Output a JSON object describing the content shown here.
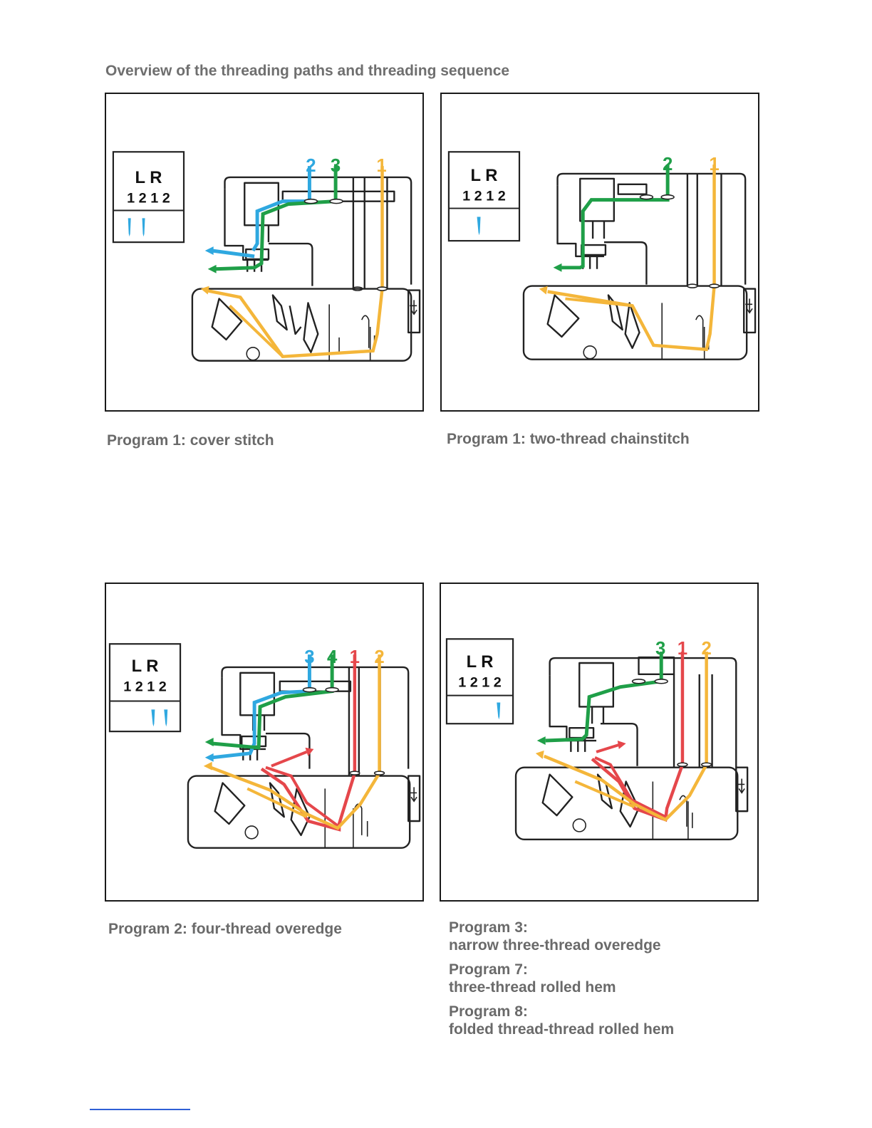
{
  "page": {
    "title": "Overview of the threading paths and threading sequence"
  },
  "colors": {
    "blue": "#2fa8e0",
    "green": "#1f9f48",
    "red": "#e5474b",
    "yellow": "#f4b63a",
    "frame": "#1a1a1a",
    "caption": "#6a6a6a",
    "rule": "#2f5fd6"
  },
  "panels": [
    {
      "needle_box": {
        "header": "L  R",
        "numbers": "1 2 1 2",
        "needles": [
          "blue",
          "blue"
        ]
      },
      "thread_labels": [
        {
          "text": "2",
          "color": "blue"
        },
        {
          "text": "3",
          "color": "green"
        },
        {
          "text": "1",
          "color": "yellow"
        }
      ],
      "caption": [
        {
          "lines": [
            "Program 1: cover stitch"
          ]
        }
      ]
    },
    {
      "needle_box": {
        "header": "L  R",
        "numbers": "1 2 1 2",
        "needles": [
          "blue"
        ]
      },
      "thread_labels": [
        {
          "text": "2",
          "color": "green"
        },
        {
          "text": "1",
          "color": "yellow"
        }
      ],
      "caption": [
        {
          "lines": [
            "Program 1: two-thread chainstitch"
          ]
        }
      ]
    },
    {
      "needle_box": {
        "header": "L  R",
        "numbers": "1 2 1 2",
        "needles": [
          "blue",
          "blue"
        ]
      },
      "thread_labels": [
        {
          "text": "3",
          "color": "blue"
        },
        {
          "text": "4",
          "color": "green"
        },
        {
          "text": "1",
          "color": "red"
        },
        {
          "text": "2",
          "color": "yellow"
        }
      ],
      "caption": [
        {
          "lines": [
            "Program 2: four-thread overedge"
          ]
        }
      ]
    },
    {
      "needle_box": {
        "header": "L  R",
        "numbers": "1 2 1 2",
        "needles": [
          "blue"
        ]
      },
      "thread_labels": [
        {
          "text": "3",
          "color": "green"
        },
        {
          "text": "1",
          "color": "red"
        },
        {
          "text": "2",
          "color": "yellow"
        }
      ],
      "caption": [
        {
          "lines": [
            "Program 3:",
            "narrow three-thread overedge"
          ]
        },
        {
          "lines": [
            "Program 7:",
            "three-thread rolled hem"
          ]
        },
        {
          "lines": [
            "Program 8:",
            "folded thread-thread rolled hem"
          ]
        }
      ]
    }
  ]
}
